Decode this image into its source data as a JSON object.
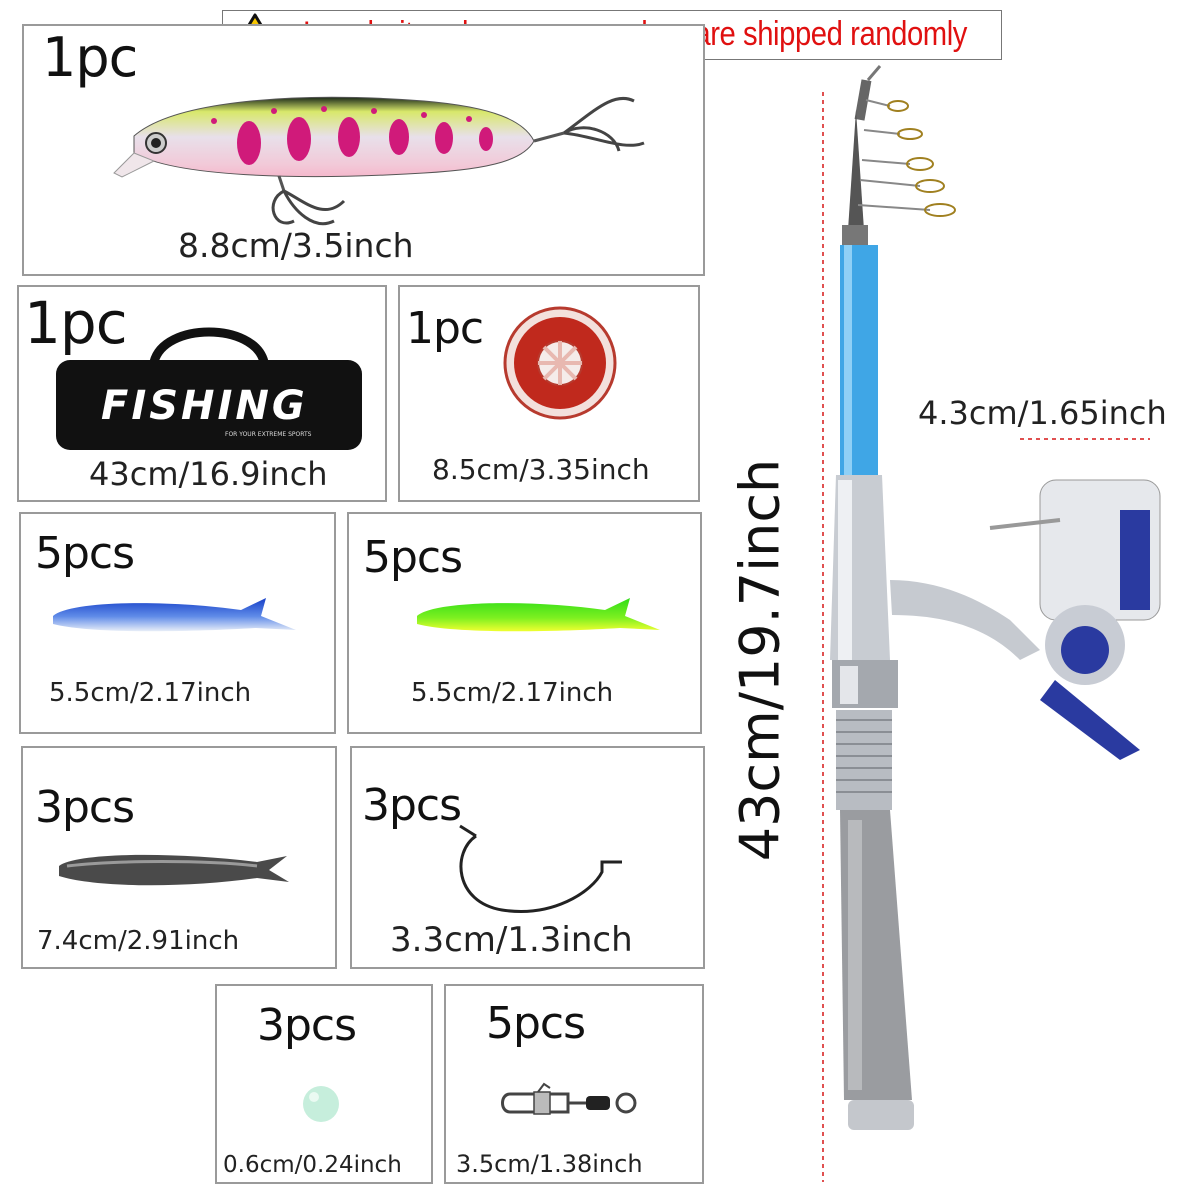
{
  "notice": {
    "text": "Lure bait and accessory colors are shipped randomly",
    "icon": "warning-icon",
    "color": "#e01010"
  },
  "items": [
    {
      "id": "minnow-lure",
      "qty": "1pc",
      "size": "8.8cm/3.5inch"
    },
    {
      "id": "rod-bag",
      "qty": "1pc",
      "size": "43cm/16.9inch",
      "bag_text": "FISHING",
      "bag_subtext": "FOR YOUR EXTREME SPORTS"
    },
    {
      "id": "fishing-line",
      "qty": "1pc",
      "size": "8.5cm/3.35inch"
    },
    {
      "id": "blue-soft-bait",
      "qty": "5pcs",
      "size": "5.5cm/2.17inch"
    },
    {
      "id": "green-soft-bait",
      "qty": "5pcs",
      "size": "5.5cm/2.17inch"
    },
    {
      "id": "silver-soft-bait",
      "qty": "3pcs",
      "size": "7.4cm/2.91inch"
    },
    {
      "id": "hook",
      "qty": "3pcs",
      "size": "3.3cm/1.3inch"
    },
    {
      "id": "bead",
      "qty": "3pcs",
      "size": "0.6cm/0.24inch"
    },
    {
      "id": "swivel",
      "qty": "5pcs",
      "size": "3.5cm/1.38inch"
    }
  ],
  "rod": {
    "length_label": "43cm/19.7inch",
    "reel_label": "4.3cm/1.65inch"
  }
}
